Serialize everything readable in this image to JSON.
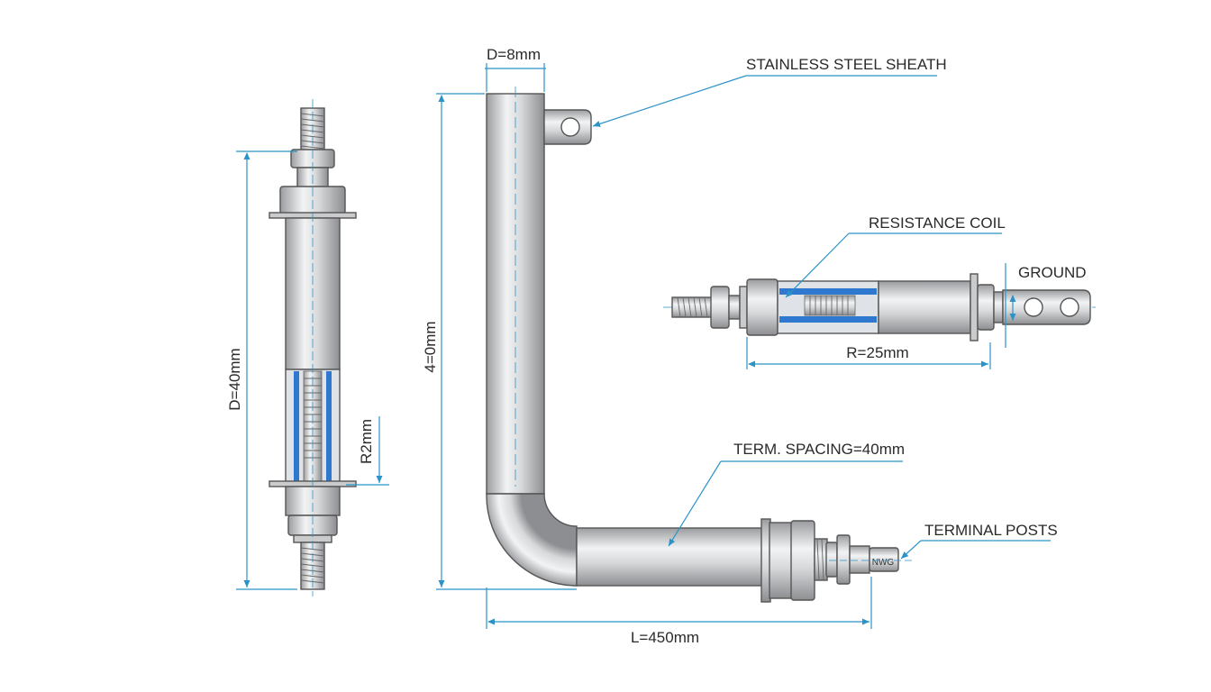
{
  "labels": {
    "sheath": "STAINLESS STEEL SHEATH",
    "coil": "RESISTANCE COIL",
    "ground": "GROUND",
    "term_spacing": "TERM. SPACING=40mm",
    "terminal_posts": "TERMINAL POSTS",
    "post_marking": "NWG"
  },
  "dimensions": {
    "diameter_top": "D=8mm",
    "vertical_length": "4=0mm",
    "horizontal_length": "L=450mm",
    "left_diameter": "D=40mm",
    "left_radius": "R2mm",
    "right_radius": "R=25mm"
  },
  "colors": {
    "steel_light": "#e8e9ea",
    "steel_mid": "#c4c6c8",
    "steel_dark": "#8f9194",
    "coil_blue": "#2f78d0",
    "dimension_line": "#2c93c7"
  }
}
